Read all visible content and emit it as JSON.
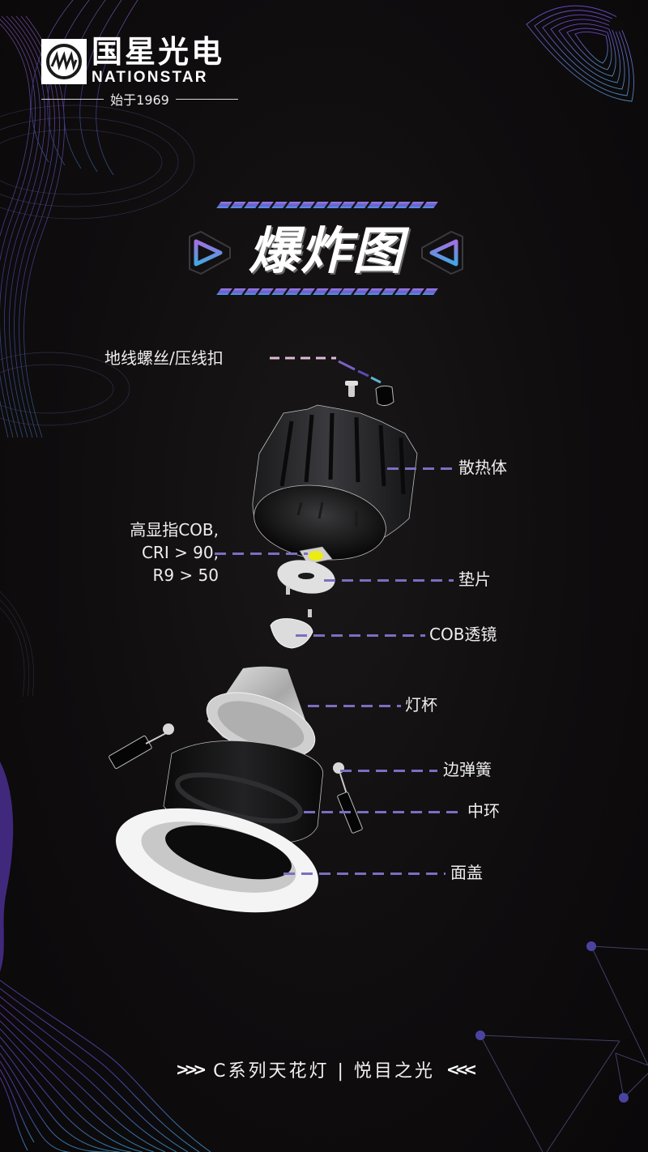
{
  "brand": {
    "logo_cn": "国星光电",
    "logo_en": "NATIONSTAR",
    "since": "始于1969",
    "logo_icon": "nationstar-logo-icon"
  },
  "title": {
    "text": "爆炸图",
    "left_icon": "play-triangle-right-icon",
    "right_icon": "play-triangle-left-icon"
  },
  "parts": [
    {
      "id": "ground-screw",
      "label": "地线螺丝/压线扣"
    },
    {
      "id": "heat-sink",
      "label": "散热体"
    },
    {
      "id": "cob",
      "label_lines": [
        "高显指COB,",
        "CRI > 90,",
        "R9 > 50"
      ]
    },
    {
      "id": "gasket",
      "label": "垫片"
    },
    {
      "id": "cob-lens",
      "label": "COB透镜"
    },
    {
      "id": "reflector",
      "label": "灯杯"
    },
    {
      "id": "side-spring",
      "label": "边弹簧"
    },
    {
      "id": "middle-ring",
      "label": "中环"
    },
    {
      "id": "face-cover",
      "label": "面盖"
    }
  ],
  "footer": {
    "left_chevrons": ">>>",
    "text": "C系列天花灯 | 悦目之光",
    "right_chevrons": "<<<"
  },
  "colors": {
    "background": "#0d0b0c",
    "accent_purple": "#7a6fc0",
    "accent_blue": "#4aa0e0",
    "accent_pink": "#e0b8d8",
    "text": "#eeeeee"
  }
}
